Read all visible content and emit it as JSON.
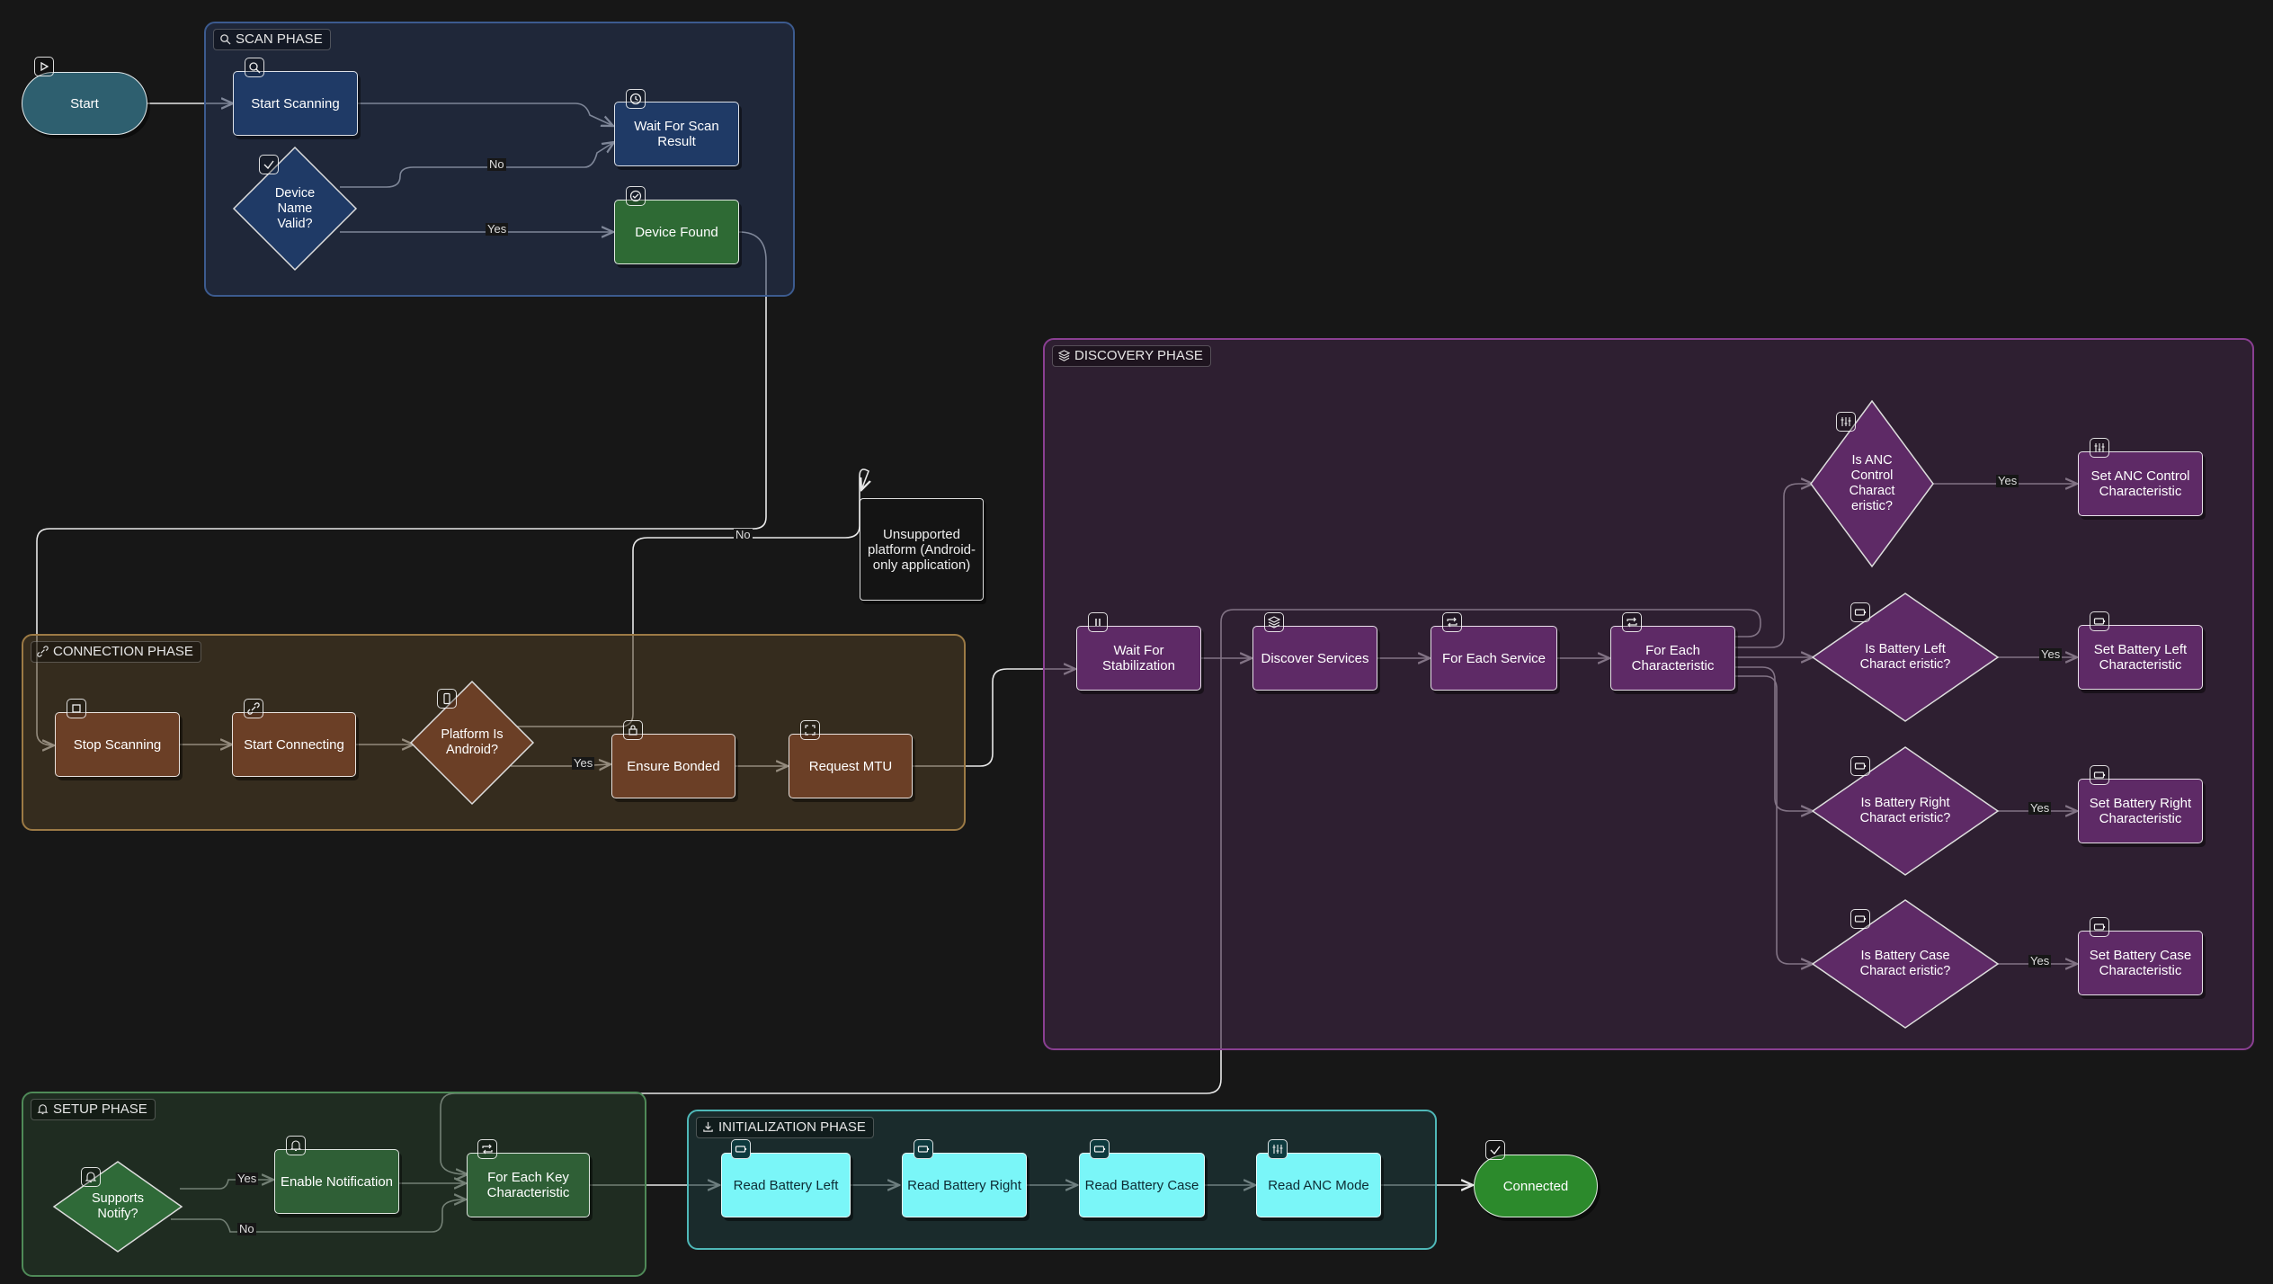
{
  "colors": {
    "scan": "#1f3a66",
    "connection": "#6b3f26",
    "discovery": "#5e2a66",
    "setup": "#2f5f36",
    "init": "#78f4f7",
    "start": "#2e5f6f",
    "connected": "#2c8a2c",
    "edge": "#e8e8e8"
  },
  "groups": {
    "scan": {
      "label": "SCAN PHASE",
      "icon": "search-icon"
    },
    "connection": {
      "label": "CONNECTION PHASE",
      "icon": "link-icon"
    },
    "discovery": {
      "label": "DISCOVERY PHASE",
      "icon": "layers-icon"
    },
    "setup": {
      "label": "SETUP PHASE",
      "icon": "bell-icon"
    },
    "init": {
      "label": "INITIALIZATION PHASE",
      "icon": "download-icon"
    }
  },
  "nodes": {
    "start": "Start",
    "start_scanning": "Start Scanning",
    "wait_scan": "Wait For Scan Result",
    "device_name_valid": "Device Name Valid?",
    "device_found": "Device Found",
    "unsupported": "Unsupported platform (Android-only application)",
    "stop_scanning": "Stop Scanning",
    "start_connecting": "Start Connecting",
    "platform_android": "Platform Is Android?",
    "ensure_bonded": "Ensure Bonded",
    "request_mtu": "Request MTU",
    "wait_stabilization": "Wait For Stabilization",
    "discover_services": "Discover Services",
    "for_each_service": "For Each Service",
    "for_each_characteristic": "For Each Characteristic",
    "is_anc": "Is ANC Control Charact eristic?",
    "is_battery_left": "Is Battery Left Charact eristic?",
    "is_battery_right": "Is Battery Right Charact eristic?",
    "is_battery_case": "Is Battery Case Charact eristic?",
    "set_anc": "Set ANC Control Characteristic",
    "set_battery_left": "Set Battery Left Characteristic",
    "set_battery_right": "Set Battery Right Characteristic",
    "set_battery_case": "Set Battery Case Characteristic",
    "supports_notify": "Supports Notify?",
    "enable_notification": "Enable Notification",
    "for_each_key": "For Each Key Characteristic",
    "read_battery_left": "Read Battery Left",
    "read_battery_right": "Read Battery Right",
    "read_battery_case": "Read Battery Case",
    "read_anc_mode": "Read ANC Mode",
    "connected": "Connected"
  },
  "edge_labels": {
    "no": "No",
    "yes": "Yes"
  }
}
